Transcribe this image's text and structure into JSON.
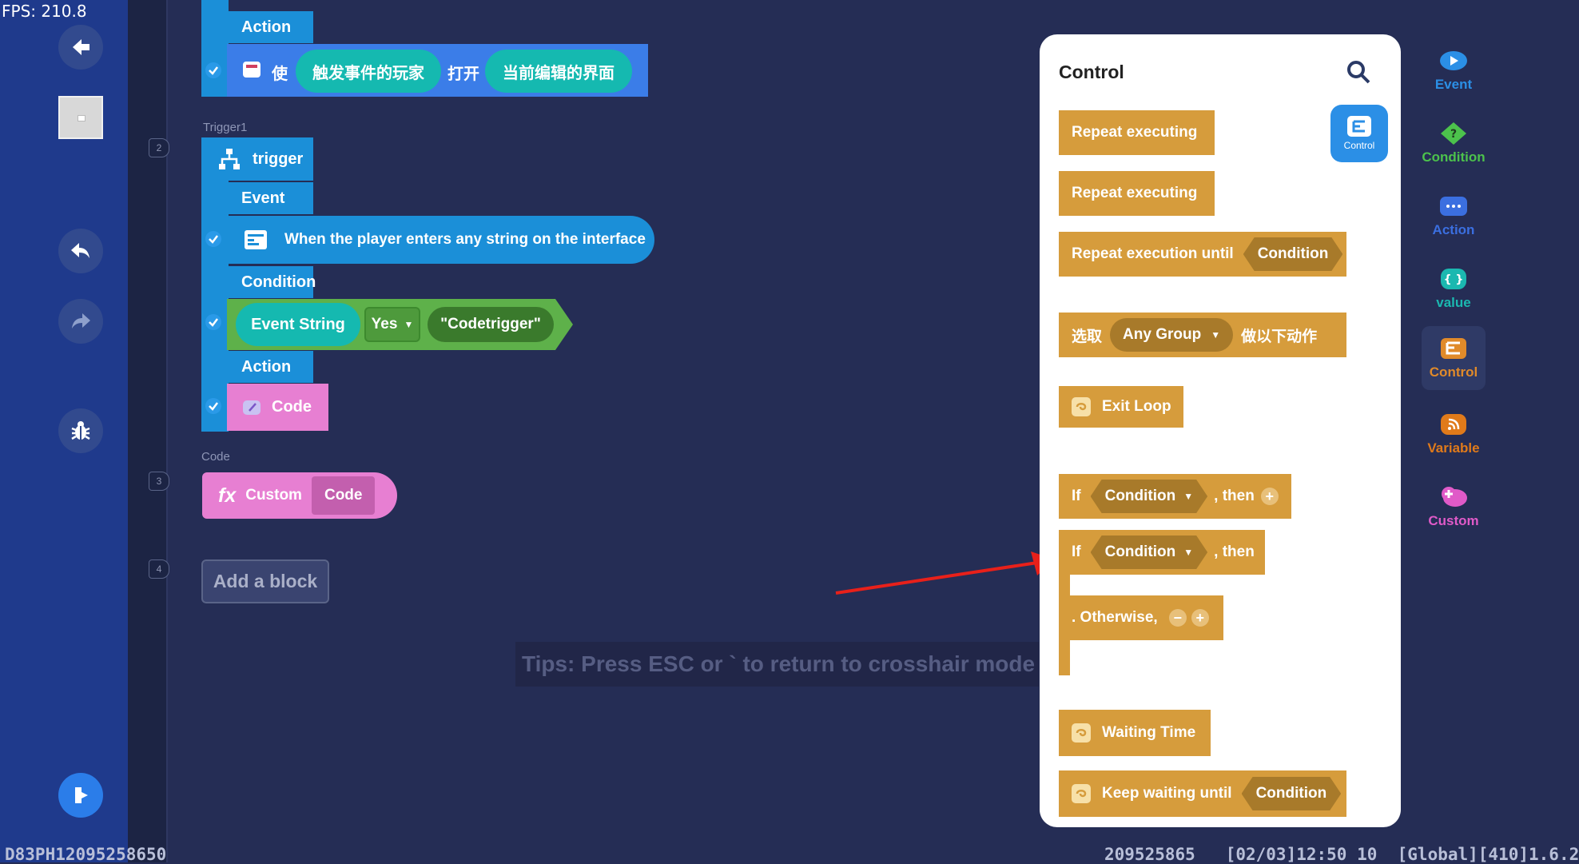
{
  "fps": "FPS: 210.8",
  "device_id": "D83PH12095258650",
  "status_line": "209525865   [02/03]12:50 10  [Global][410]1.6.2",
  "line_numbers": [
    "2",
    "3",
    "4"
  ],
  "trigger_top": {
    "action_header": "Action",
    "action_parts": [
      "使",
      "触发事件的玩家",
      "打开",
      "当前编辑的界面"
    ]
  },
  "trigger1": {
    "label": "Trigger1",
    "title": "trigger",
    "event_header": "Event",
    "event_text": "When the player enters any string on the interface",
    "condition_header": "Condition",
    "condition_field": "Event String",
    "condition_op": "Yes",
    "condition_value": "\"Codetrigger\"",
    "action_header": "Action",
    "action_block": "Code"
  },
  "code_section": {
    "label": "Code",
    "fx": "fx",
    "custom": "Custom",
    "code": "Code"
  },
  "add_block": "Add a block",
  "hint": "Tips: Press ESC or ` to return to crosshair mode",
  "panel": {
    "title": "Control",
    "selected_category": "Control",
    "blocks": [
      {
        "text": "Repeat executing"
      },
      {
        "text": "Repeat executing"
      },
      {
        "text": "Repeat execution until",
        "slot": "Condition"
      },
      {
        "prefix": "选取",
        "dropdown": "Any Group",
        "suffix": "做以下动作"
      },
      {
        "text": "Exit Loop"
      },
      {
        "prefix": "If",
        "dropdown": "Condition",
        "suffix": ", then"
      },
      {
        "prefix": "If",
        "dropdown": "Condition",
        "suffix": ", then",
        "else": ". Otherwise,"
      },
      {
        "text": "Waiting Time"
      },
      {
        "text": "Keep waiting until",
        "slot": "Condition"
      }
    ]
  },
  "categories": [
    {
      "label": "Event",
      "color": "#2b8fe6"
    },
    {
      "label": "Condition",
      "color": "#4cc24c"
    },
    {
      "label": "Action",
      "color": "#3b6fe0"
    },
    {
      "label": "value",
      "color": "#1bb8b0"
    },
    {
      "label": "Control",
      "color": "#e08a2a"
    },
    {
      "label": "Variable",
      "color": "#e07a1a"
    },
    {
      "label": "Custom",
      "color": "#e05ac8"
    }
  ]
}
